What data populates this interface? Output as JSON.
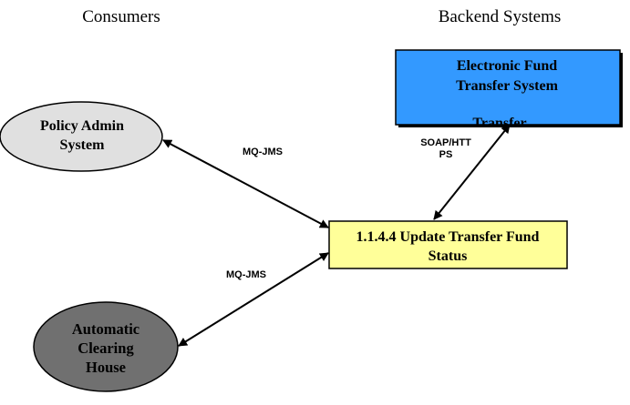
{
  "headings": {
    "consumers": "Consumers",
    "backend": "Backend Systems"
  },
  "nodes": {
    "eft": {
      "lines": [
        "Electronic Fund",
        "Transfer System"
      ],
      "clipped_text": "Transfer",
      "fill": "#3399ff"
    },
    "policy_admin": {
      "lines": [
        "Policy Admin",
        "System"
      ],
      "fill": "#e0e0e0"
    },
    "ach": {
      "lines": [
        "Automatic",
        "Clearing",
        "House"
      ],
      "fill": "#707070"
    },
    "update_status": {
      "lines": [
        "1.1.4.4 Update Transfer Fund",
        "Status"
      ],
      "fill": "#ffff99"
    }
  },
  "edges": {
    "policy_to_update": {
      "label": "MQ-JMS"
    },
    "ach_to_update": {
      "label": "MQ-JMS"
    },
    "eft_to_update": {
      "label_lines": [
        "SOAP/HTT",
        "PS"
      ]
    }
  }
}
